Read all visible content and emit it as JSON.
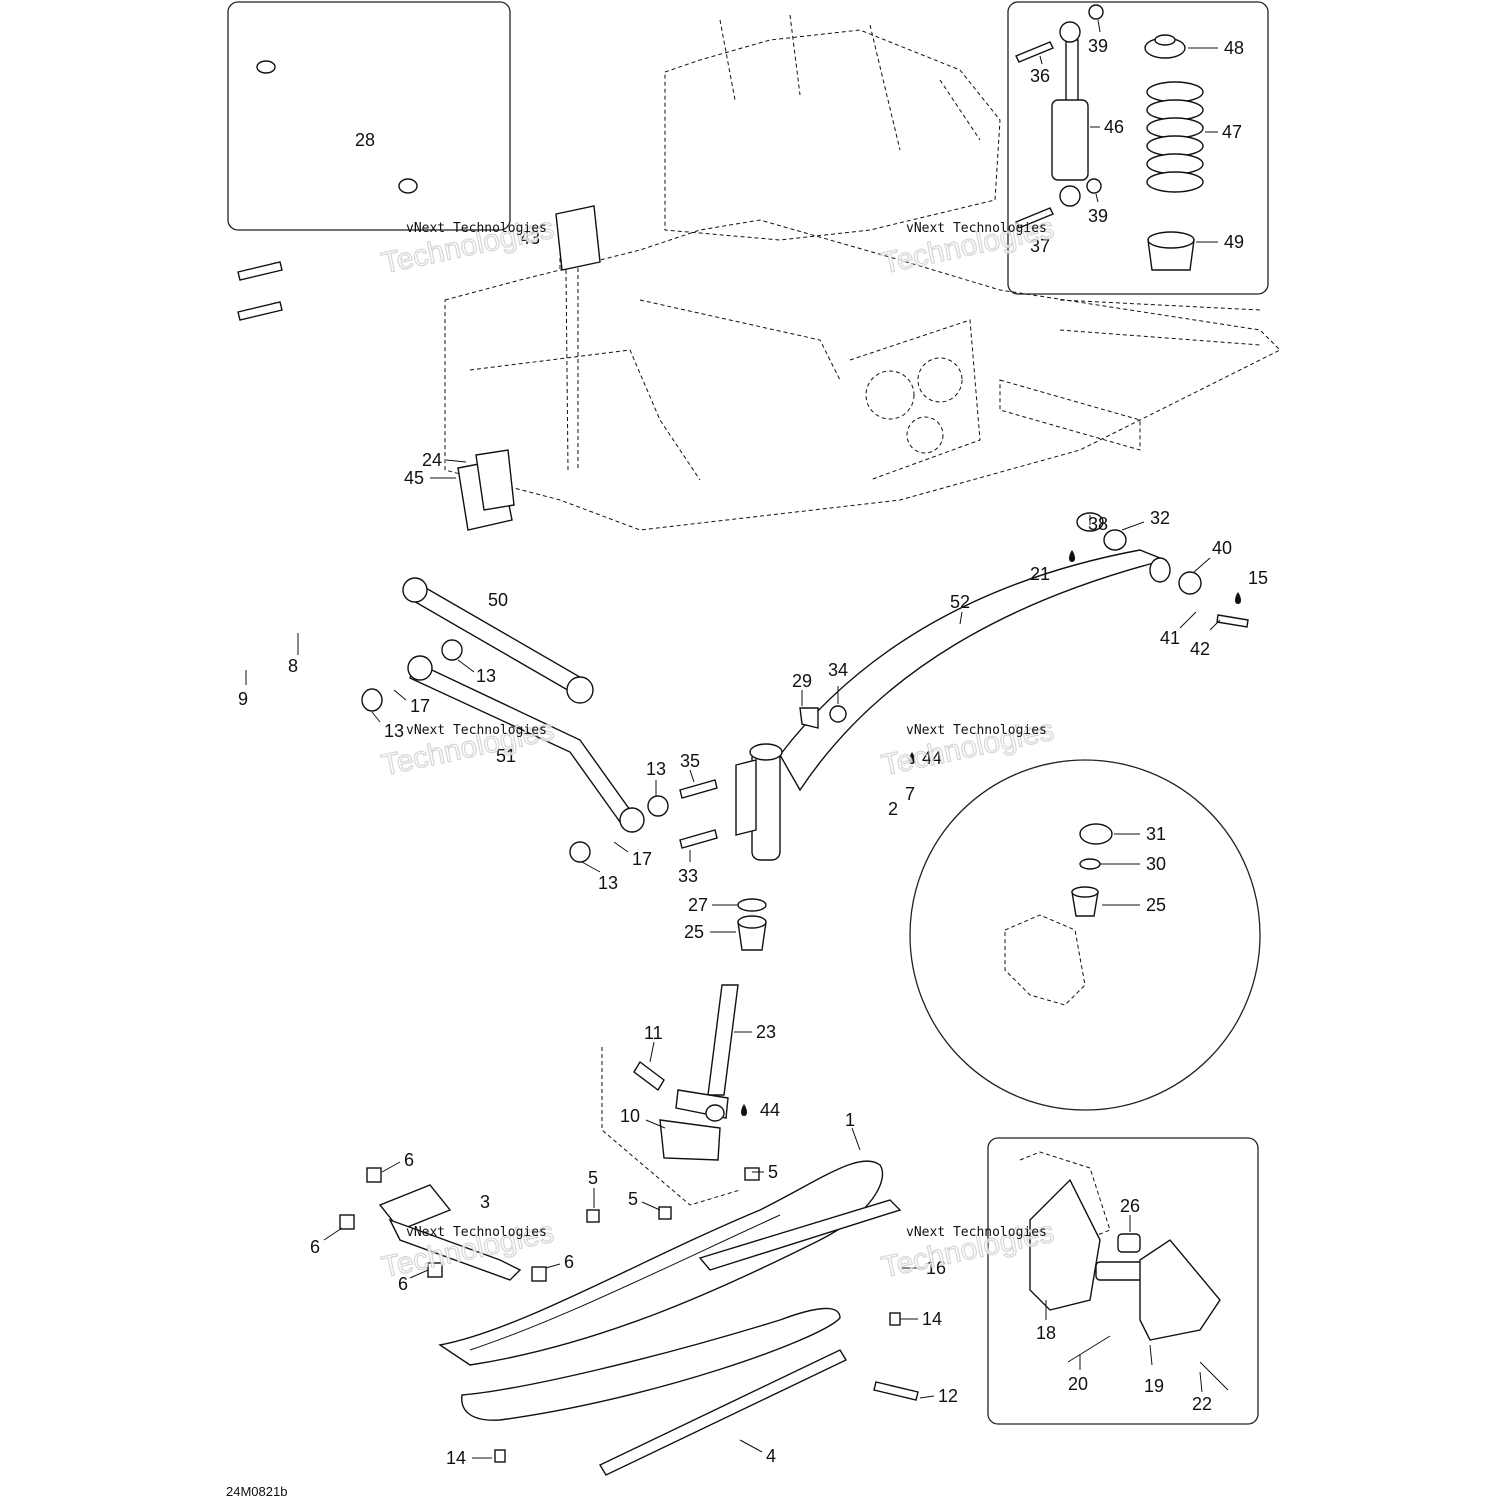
{
  "diagram": {
    "drawing_code": "24M0821b",
    "watermark": {
      "line1": "vNext Technologies",
      "line2": "Technologies"
    },
    "callouts": [
      "1",
      "2",
      "3",
      "4",
      "5",
      "6",
      "7",
      "8",
      "9",
      "10",
      "11",
      "12",
      "13",
      "14",
      "15",
      "16",
      "17",
      "18",
      "19",
      "20",
      "21",
      "22",
      "23",
      "24",
      "25",
      "26",
      "27",
      "28",
      "29",
      "30",
      "31",
      "32",
      "33",
      "34",
      "35",
      "36",
      "37",
      "38",
      "39",
      "40",
      "41",
      "42",
      "43",
      "44",
      "45",
      "46",
      "47",
      "48",
      "49",
      "50",
      "51",
      "52"
    ]
  }
}
